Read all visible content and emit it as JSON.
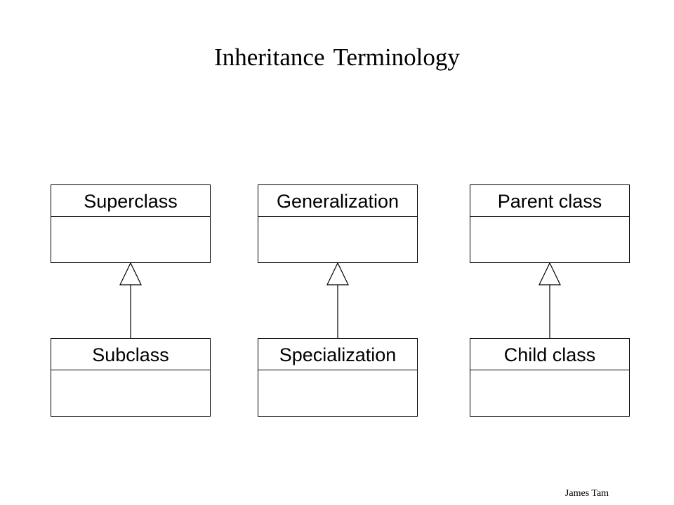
{
  "title": "Inheritance Terminology",
  "footer": "James Tam",
  "pairs": [
    {
      "parent": "Superclass",
      "child": "Subclass"
    },
    {
      "parent": "Generalization",
      "child": "Specialization"
    },
    {
      "parent": "Parent class",
      "child": "Child class"
    }
  ]
}
